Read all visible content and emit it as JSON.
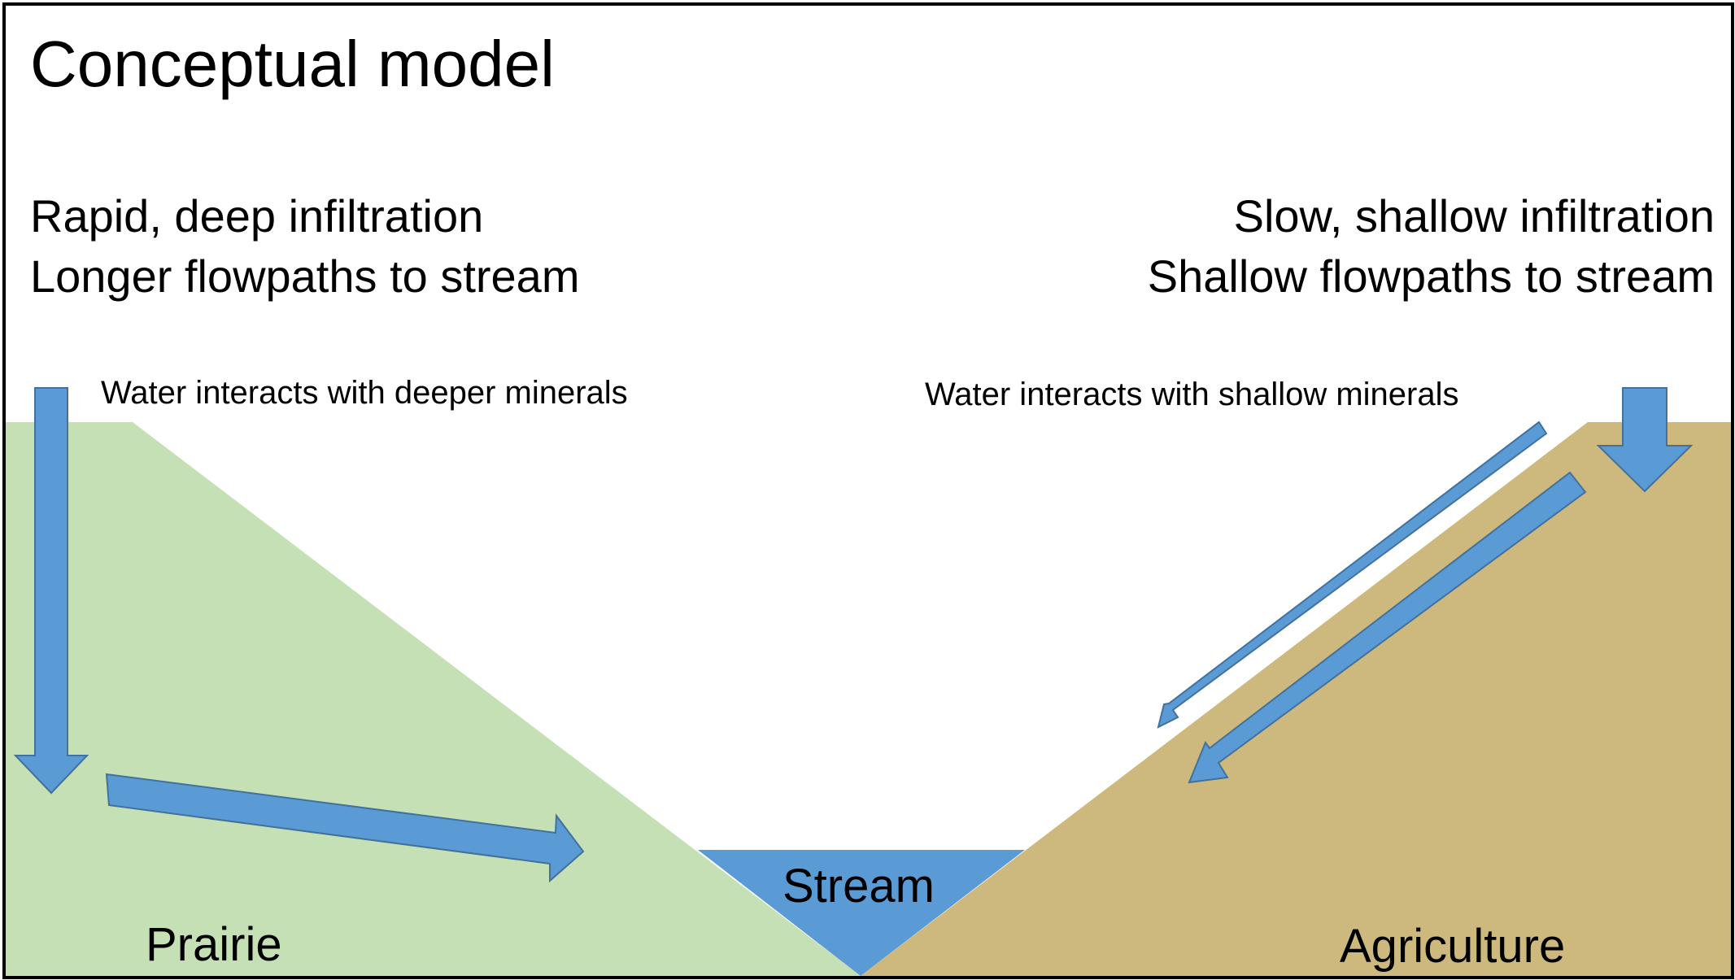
{
  "title": "Conceptual model",
  "prairie_side": {
    "heading_lines": [
      "Rapid, deep infiltration",
      "Longer flowpaths to stream"
    ],
    "note": "Water interacts with deeper minerals",
    "label": "Prairie",
    "fill_color": "#c5e0b4"
  },
  "agriculture_side": {
    "heading_lines": [
      "Slow, shallow infiltration",
      "Shallow flowpaths to stream"
    ],
    "note": "Water interacts with shallow minerals",
    "label": "Agriculture",
    "fill_color": "#cdb97e"
  },
  "stream": {
    "label": "Stream",
    "fill_color": "#5b9bd5"
  },
  "arrow_color": "#5b9bd5",
  "arrow_outline_color": "#41719c"
}
